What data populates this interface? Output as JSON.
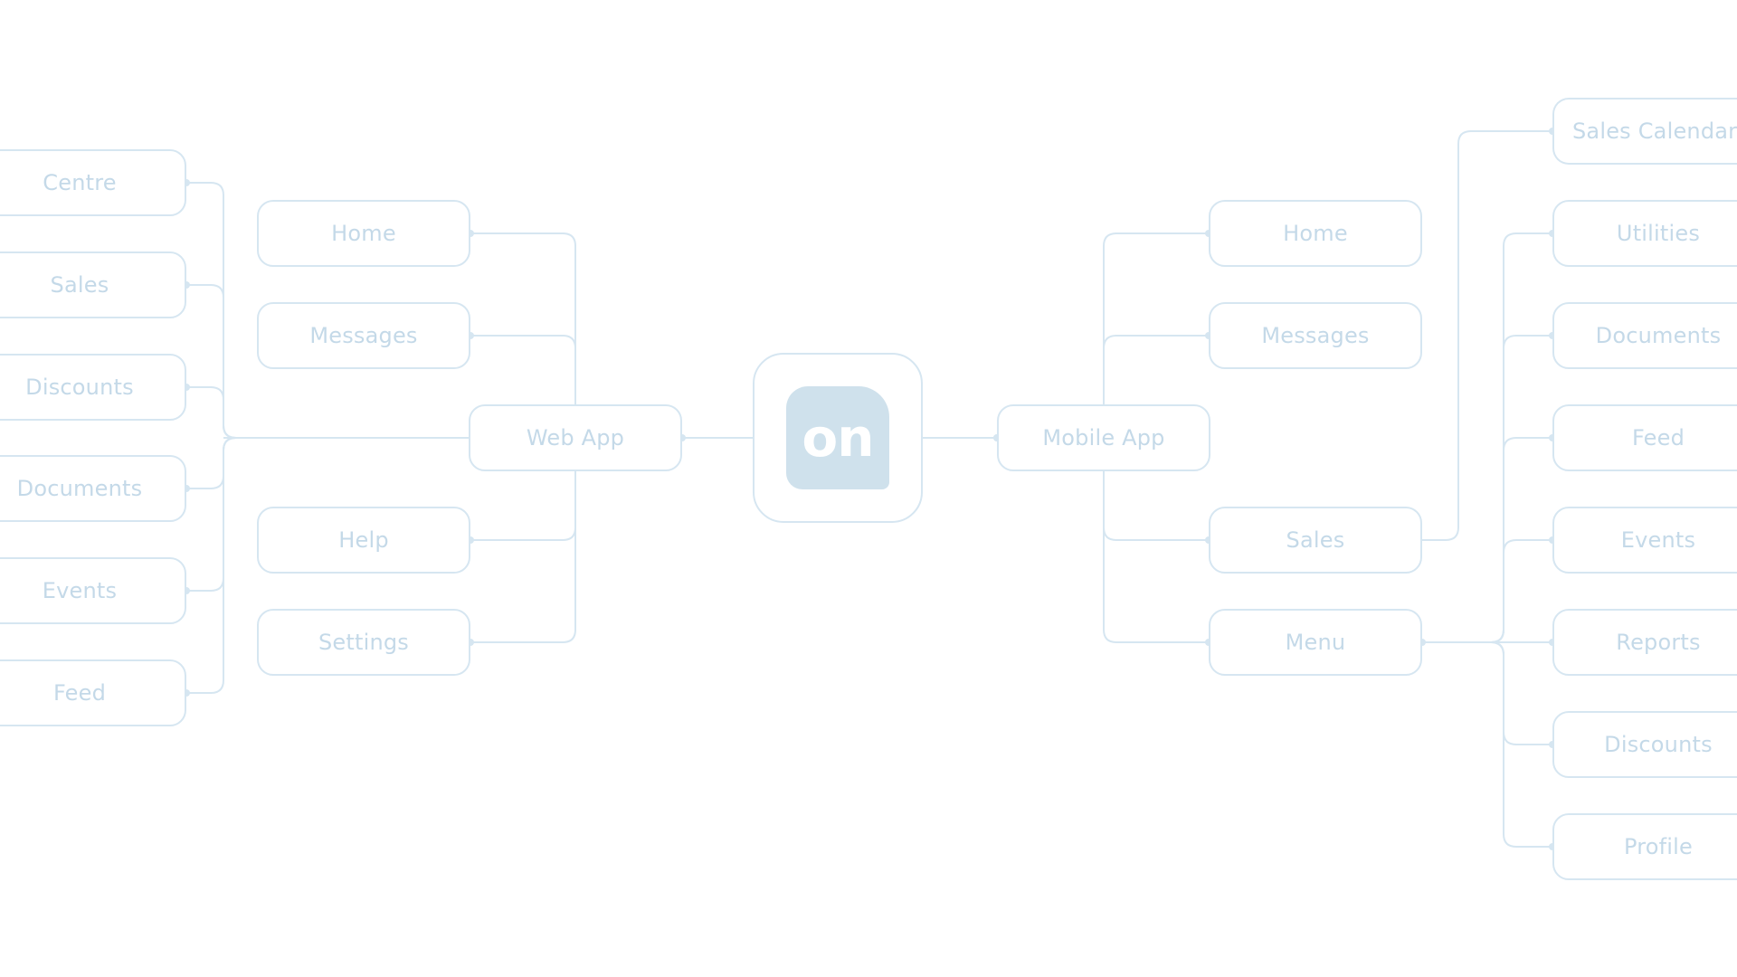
{
  "colors": {
    "line": "#d6e6f1",
    "text": "#c4d9e8",
    "logo_bg": "#cfe1ec",
    "logo_text": "#ffffff"
  },
  "logo": {
    "text": "on"
  },
  "web": {
    "label": "Web App",
    "items": [
      "Home",
      "Messages",
      "Help",
      "Settings"
    ],
    "sub": [
      "Centre",
      "Sales",
      "Discounts",
      "Documents",
      "Events",
      "Feed"
    ]
  },
  "mobile": {
    "label": "Mobile App",
    "items": [
      "Home",
      "Messages",
      "Sales",
      "Menu"
    ],
    "sales_sub": [
      "Sales Calendar"
    ],
    "menu_sub": [
      "Utilities",
      "Documents",
      "Feed",
      "Events",
      "Reports",
      "Discounts",
      "Profile"
    ]
  }
}
